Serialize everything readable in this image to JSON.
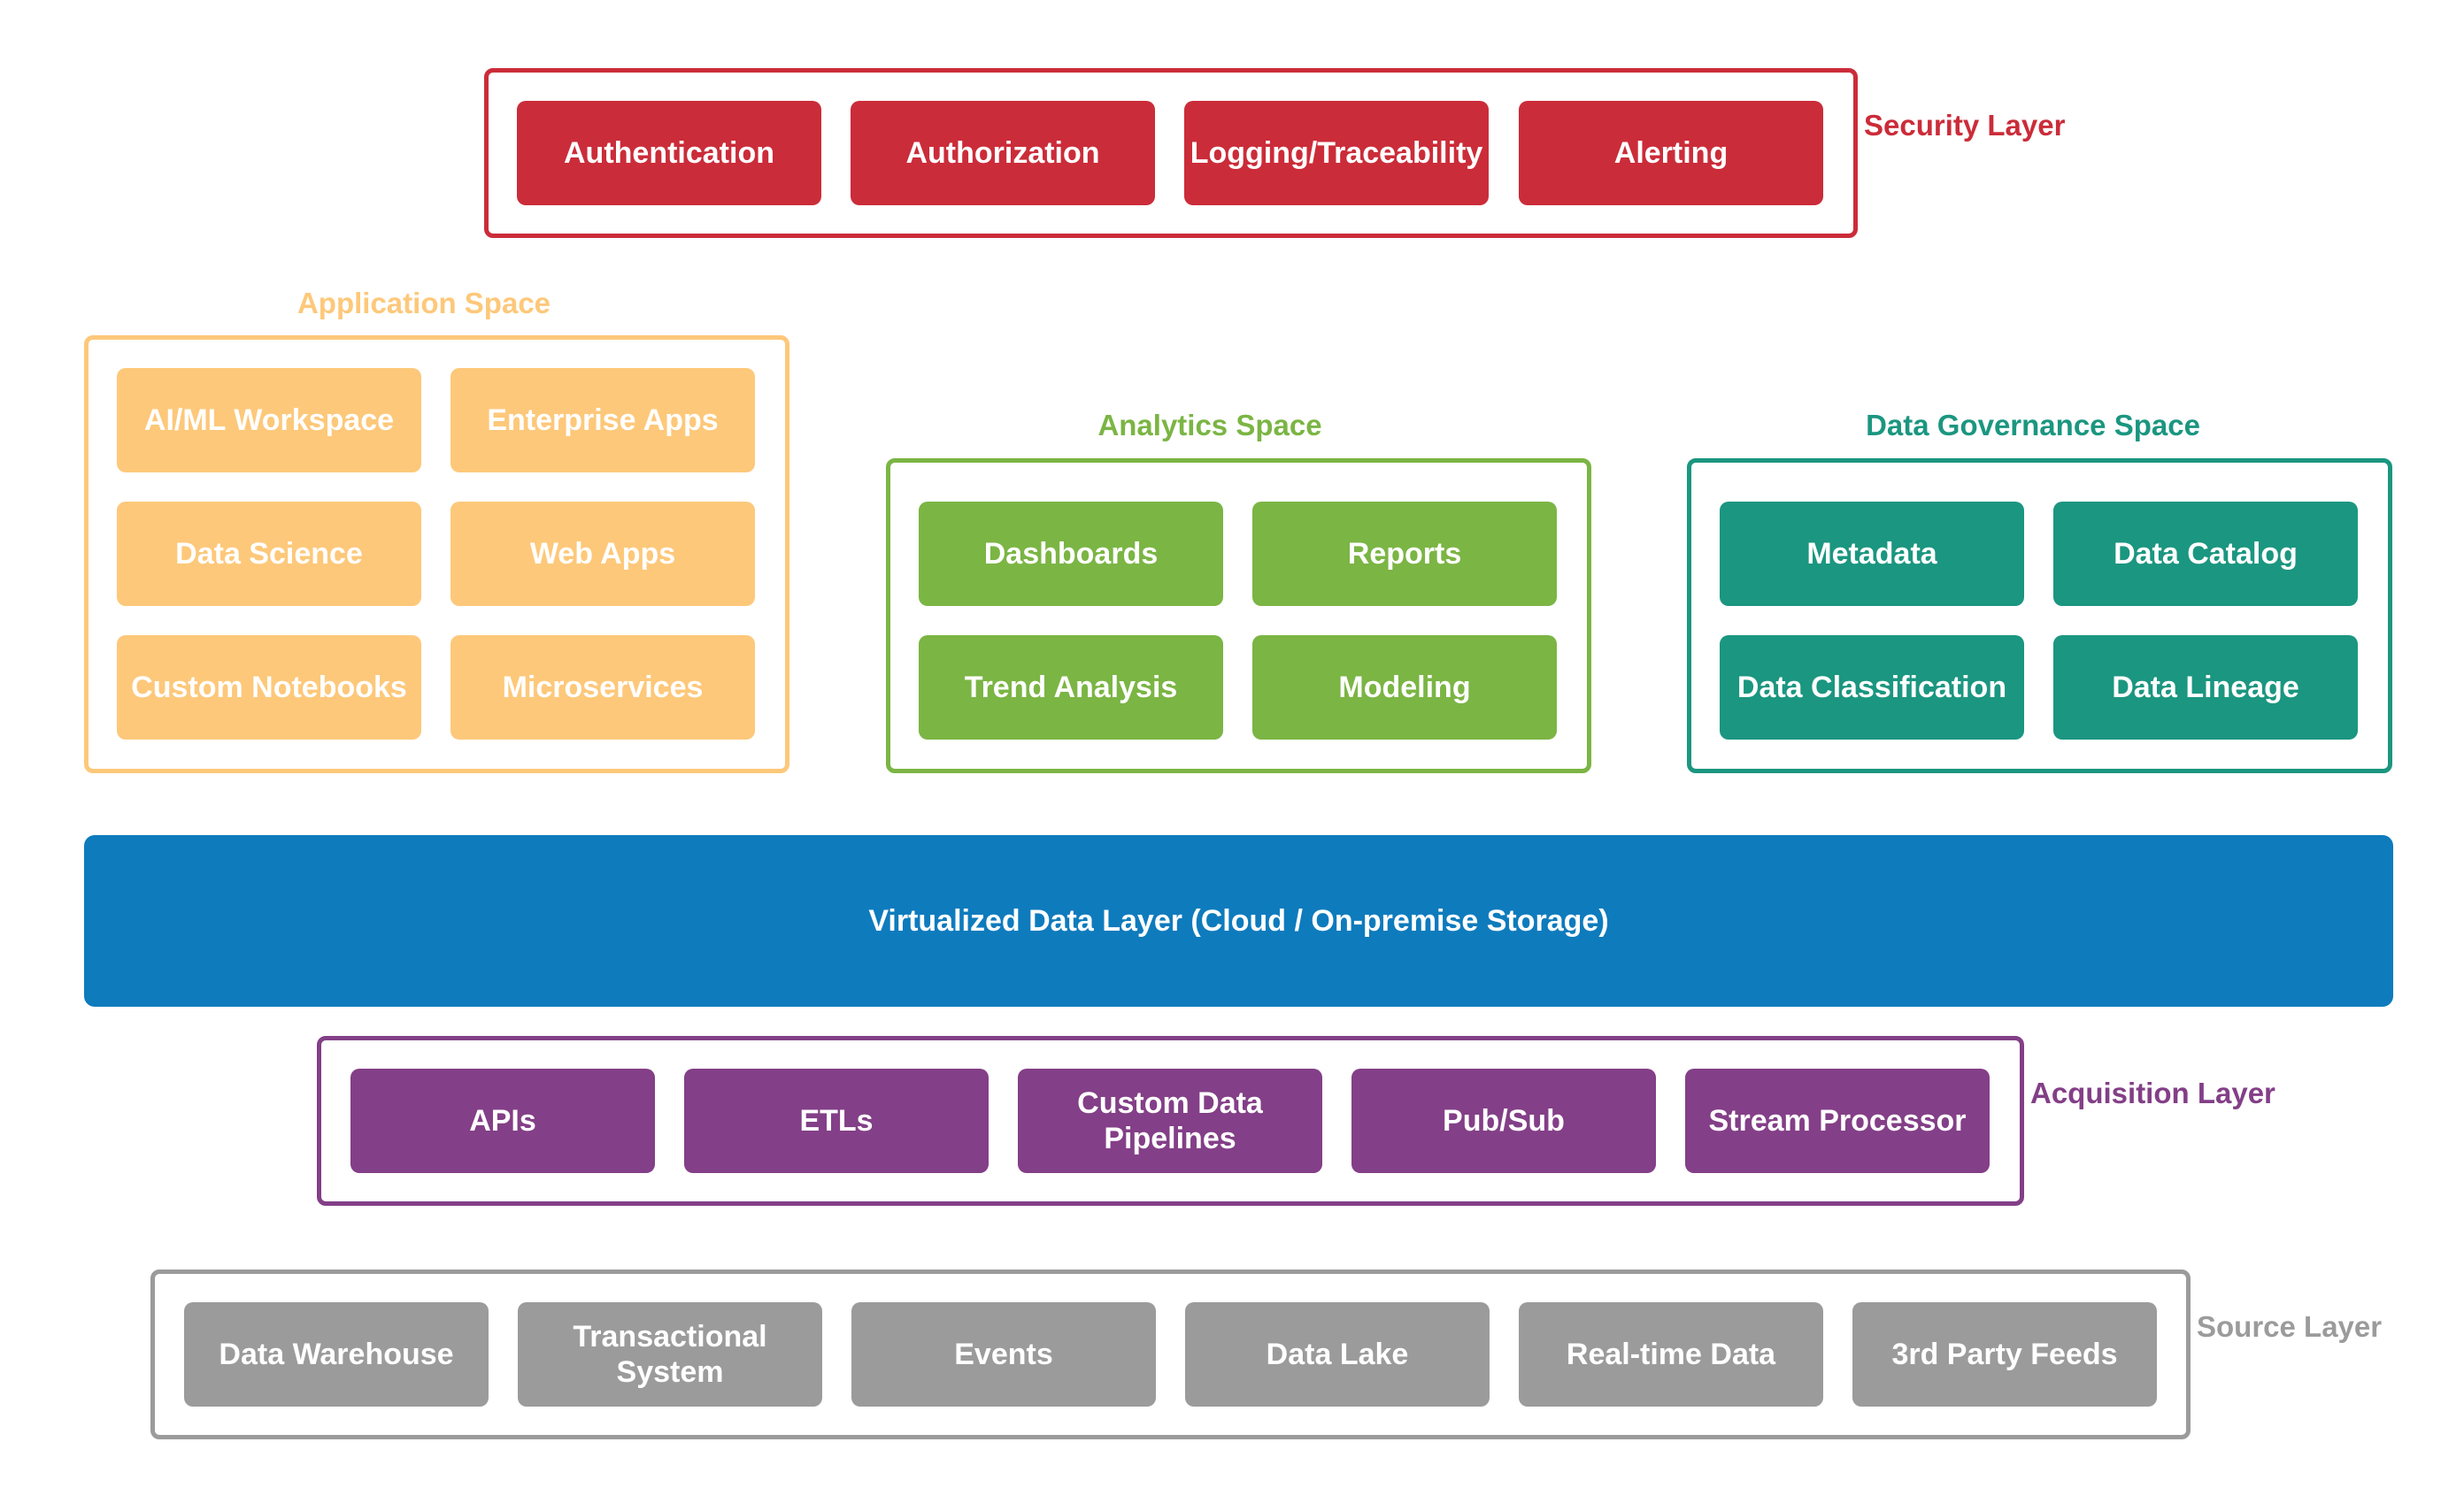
{
  "security": {
    "label": "Security Layer",
    "items": [
      "Authentication",
      "Authorization",
      "Logging/Traceability",
      "Alerting"
    ]
  },
  "application": {
    "label": "Application Space",
    "items": [
      "AI/ML Workspace",
      "Enterprise Apps",
      "Data Science",
      "Web Apps",
      "Custom Notebooks",
      "Microservices"
    ]
  },
  "analytics": {
    "label": "Analytics Space",
    "items": [
      "Dashboards",
      "Reports",
      "Trend Analysis",
      "Modeling"
    ]
  },
  "governance": {
    "label": "Data Governance Space",
    "items": [
      "Metadata",
      "Data Catalog",
      "Data Classification",
      "Data Lineage"
    ]
  },
  "virtual_layer": {
    "label": "Virtualized Data Layer (Cloud / On-premise Storage)"
  },
  "acquisition": {
    "label": "Acquisition Layer",
    "items": [
      "APIs",
      "ETLs",
      "Custom Data Pipelines",
      "Pub/Sub",
      "Stream Processor"
    ]
  },
  "source": {
    "label": "Source Layer",
    "items": [
      "Data Warehouse",
      "Transactional System",
      "Events",
      "Data Lake",
      "Real-time Data",
      "3rd Party Feeds"
    ]
  },
  "colors": {
    "security": "#cb2c39",
    "application": "#fdc87a",
    "analytics": "#7bb544",
    "governance": "#1b9680",
    "virtual_layer": "#0e7bbd",
    "acquisition": "#833f87",
    "source": "#9b9b9b"
  }
}
